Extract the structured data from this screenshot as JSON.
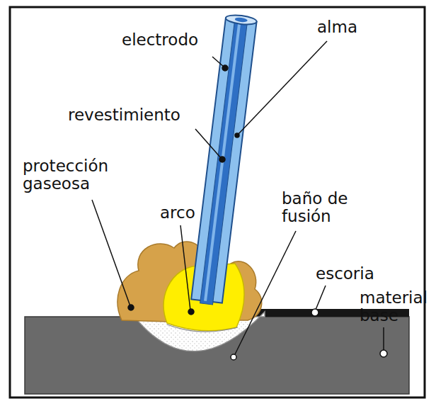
{
  "diagram": {
    "labels": [
      "electrodo",
      "alma",
      "revestimiento",
      "protección gaseosa",
      "arco",
      "baño de fusión",
      "escoria",
      "material base"
    ]
  }
}
